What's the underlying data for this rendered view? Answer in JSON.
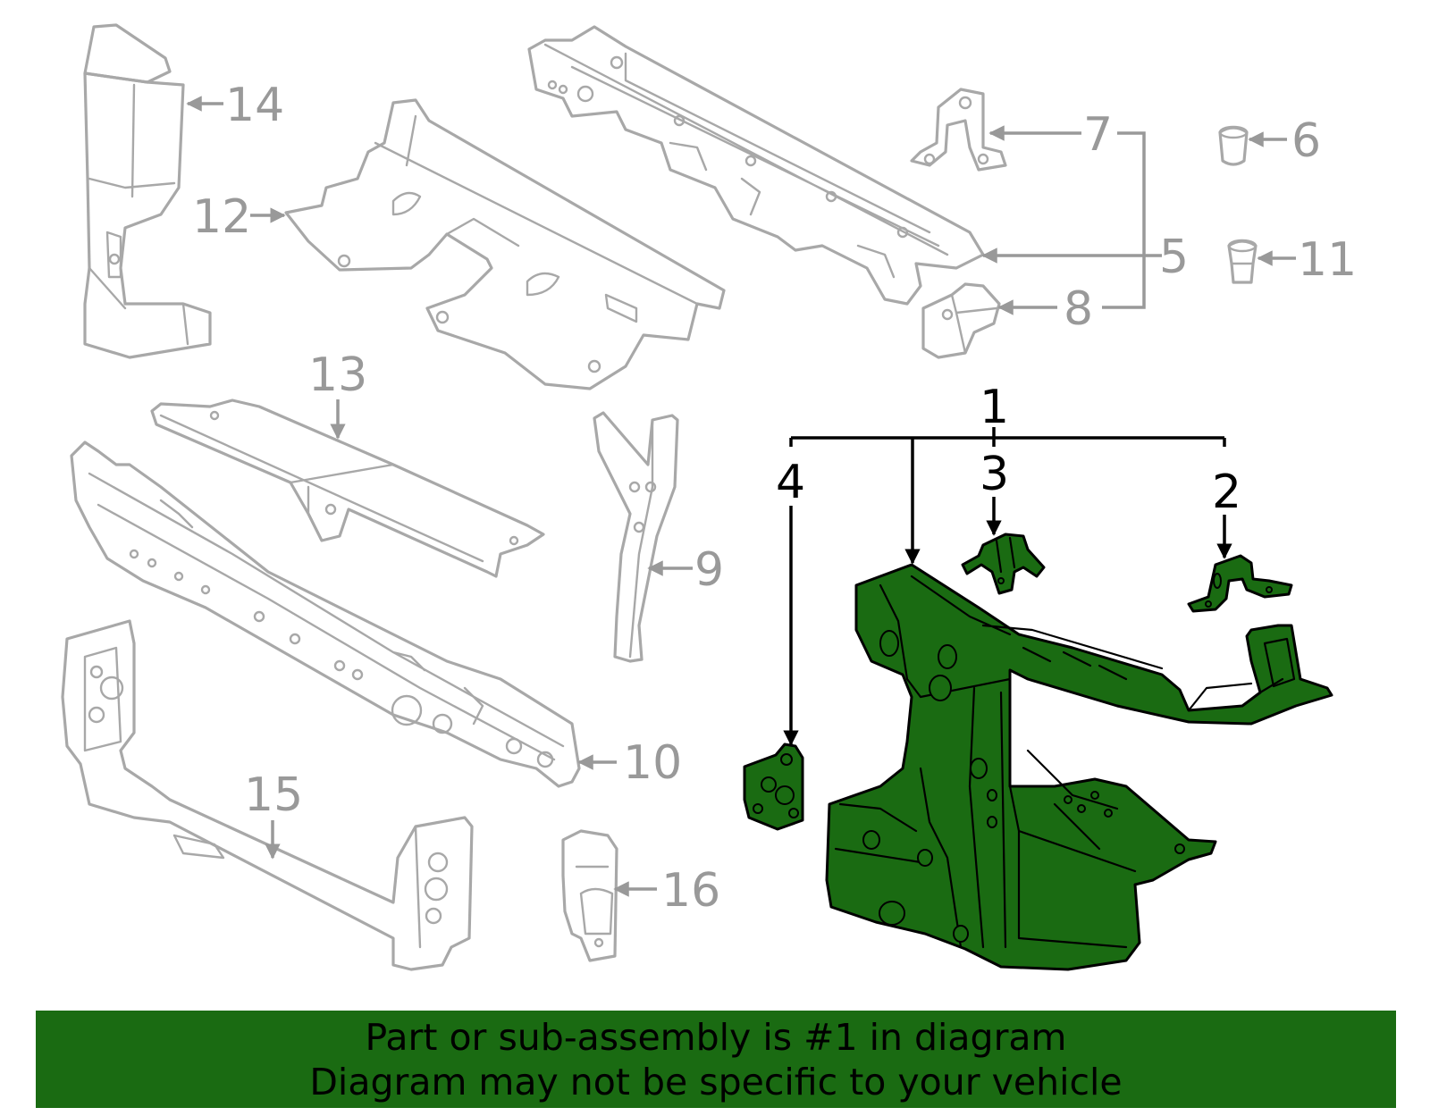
{
  "callouts": {
    "c1": "1",
    "c2": "2",
    "c3": "3",
    "c4": "4",
    "c5": "5",
    "c6": "6",
    "c7": "7",
    "c8": "8",
    "c9": "9",
    "c10": "10",
    "c11": "11",
    "c12": "12",
    "c13": "13",
    "c14": "14",
    "c15": "15",
    "c16": "16"
  },
  "banner": {
    "line1": "Part or sub-assembly is #1 in diagram",
    "line2": "Diagram may not be specific to your vehicle"
  },
  "colors": {
    "highlight": "#1a6b12",
    "other_parts": "#a8a8a8",
    "outline": "#000000"
  }
}
